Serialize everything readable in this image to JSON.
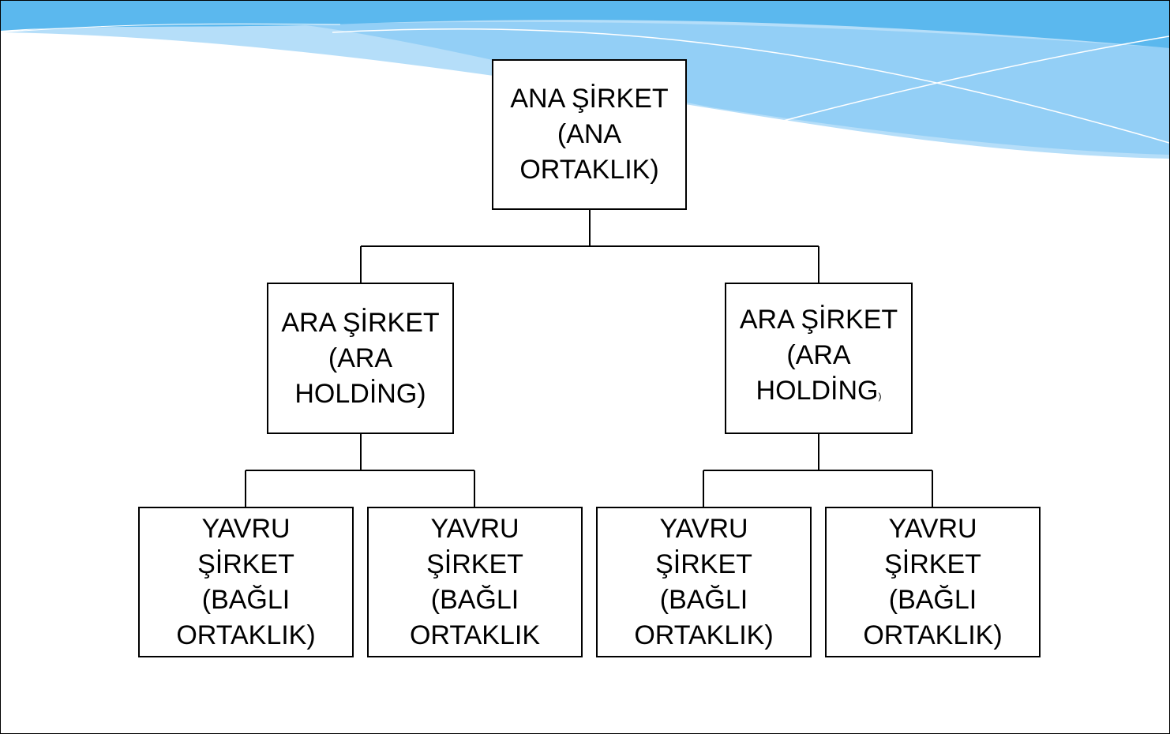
{
  "colors": {
    "wave_light": "#a8d8f8",
    "wave_mid": "#8fcdf5",
    "wave_dark": "#5bb8ee",
    "box_border": "#000000",
    "text": "#000000"
  },
  "diagram": {
    "root": {
      "lines": [
        "ANA ŞİRKET",
        "(ANA",
        "ORTAKLIK)"
      ]
    },
    "mid_left": {
      "lines": [
        "ARA ŞİRKET",
        "(ARA",
        "HOLDİNG)"
      ]
    },
    "mid_right": {
      "line1": "ARA ŞİRKET",
      "line2": "(ARA",
      "line3_main": "HOLDİNG",
      "line3_suffix": ")"
    },
    "leaf_1": {
      "lines": [
        "YAVRU",
        "ŞİRKET",
        "(BAĞLI",
        "ORTAKLIK)"
      ]
    },
    "leaf_2": {
      "lines": [
        "YAVRU",
        "ŞİRKET",
        "(BAĞLI",
        "ORTAKLIK"
      ]
    },
    "leaf_3": {
      "lines": [
        "YAVRU",
        "ŞİRKET",
        "(BAĞLI",
        "ORTAKLIK)"
      ]
    },
    "leaf_4": {
      "lines": [
        "YAVRU",
        "ŞİRKET",
        "(BAĞLI",
        "ORTAKLIK)"
      ]
    }
  }
}
